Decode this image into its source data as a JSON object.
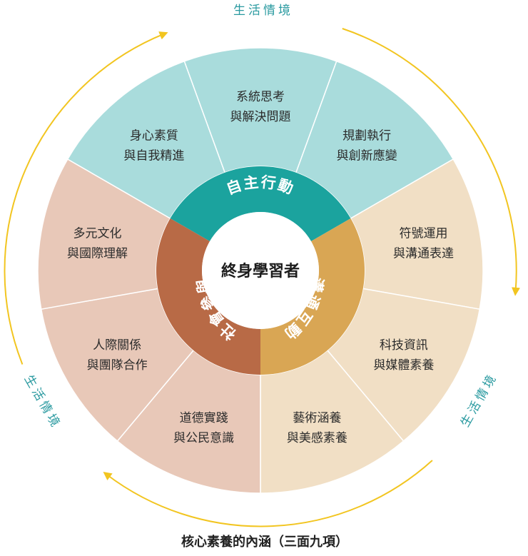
{
  "center": {
    "label": "終身學習者"
  },
  "dimensions": [
    {
      "label": "自主行動",
      "color": "#1ba39e"
    },
    {
      "label": "溝通互動",
      "color": "#d9a654"
    },
    {
      "label": "社會參與",
      "color": "#b86a46"
    }
  ],
  "items": [
    {
      "line1": "系統思考",
      "line2": "與解決問題",
      "color": "#a9dcdc"
    },
    {
      "line1": "規劃執行",
      "line2": "與創新應變",
      "color": "#a9dcdc"
    },
    {
      "line1": "符號運用",
      "line2": "與溝通表達",
      "color": "#f1dfc5"
    },
    {
      "line1": "科技資訊",
      "line2": "與媒體素養",
      "color": "#f1dfc5"
    },
    {
      "line1": "藝術涵養",
      "line2": "與美感素養",
      "color": "#f1dfc5"
    },
    {
      "line1": "道德實踐",
      "line2": "與公民意識",
      "color": "#e8c8b8"
    },
    {
      "line1": "人際關係",
      "line2": "與團隊合作",
      "color": "#e8c8b8"
    },
    {
      "line1": "多元文化",
      "line2": "與國際理解",
      "color": "#e8c8b8"
    },
    {
      "line1": "身心素質",
      "line2": "與自我精進",
      "color": "#a9dcdc"
    }
  ],
  "context": {
    "top": "生活情境",
    "left": "生活情境",
    "right": "生活情境",
    "arc_color": "#f2c520"
  },
  "caption": "核心素養的內涵（三面九項）"
}
